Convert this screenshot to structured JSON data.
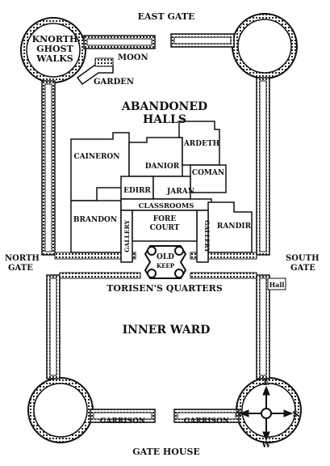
{
  "map": {
    "gates": {
      "east": "EAST GATE",
      "north": [
        "NORTH",
        "GATE"
      ],
      "south": [
        "SOUTH",
        "GATE"
      ],
      "gatehouse": "GATE HOUSE"
    },
    "areas": {
      "knorth_ghost_walks": [
        "KNORTH",
        "GHOST",
        "WALKS"
      ],
      "moon_garden": [
        "MOON",
        "GARDEN"
      ],
      "abandoned_halls": [
        "ABANDONED",
        "HALLS"
      ],
      "cainerón": "CAINERON",
      "ardeth": "ARDETH",
      "danior": "DANIOR",
      "coman": "COMAN",
      "edirr": "EDIRR",
      "jaran": "JARAN",
      "classrooms": "CLASSROOMS",
      "brandon": "BRANDON",
      "fore_court": [
        "FORE",
        "COURT"
      ],
      "randir": "RANDIR",
      "gallery_left": "GALLERY",
      "gallery_right": "GALLERY",
      "old_keep": [
        "OLD",
        "KEEP"
      ],
      "torisens_quarters": "TORISEN'S QUARTERS",
      "inner_ward": "INNER WARD",
      "hall": "Hall",
      "garrison_left": "GARRISON",
      "garrison_right": "GARRISON"
    },
    "compass": {
      "n": "N",
      "e": "E",
      "s": "S",
      "w": "W"
    }
  }
}
